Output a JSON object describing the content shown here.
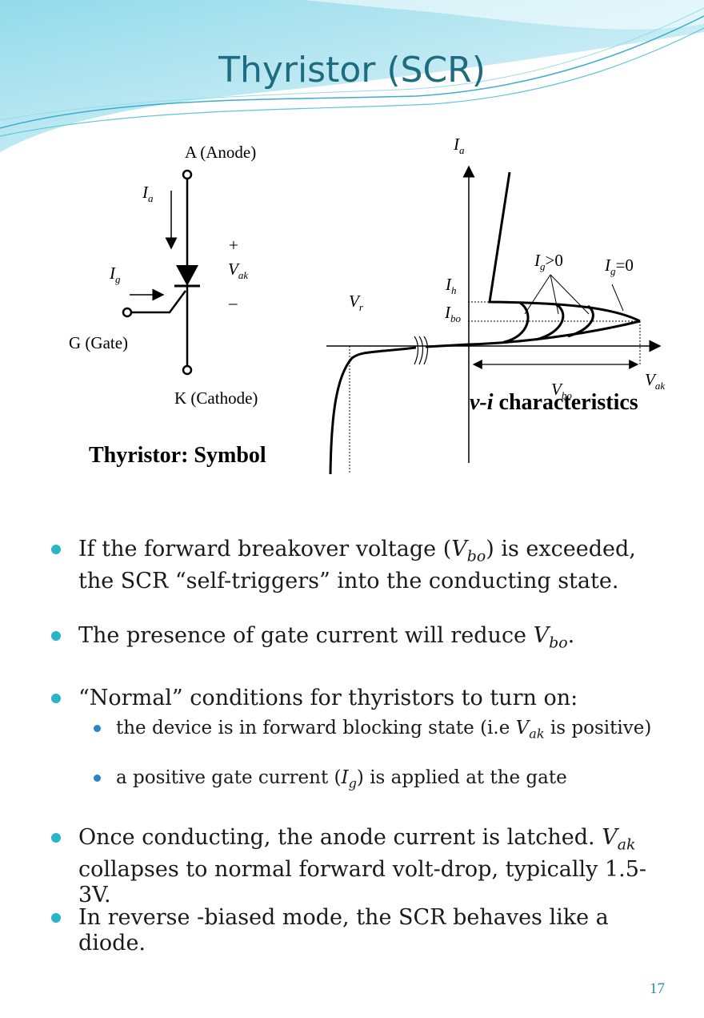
{
  "title": "Thyristor (SCR)",
  "symbol": {
    "anode_label": "A (Anode)",
    "cathode_label": "K (Cathode)",
    "gate_label": "G (Gate)",
    "ia_base": "I",
    "ia_sub": "a",
    "ig_base": "I",
    "ig_sub": "g",
    "vak_base": "V",
    "vak_sub": "ak",
    "plus": "+",
    "minus": "–",
    "caption": "Thyristor: Symbol"
  },
  "vi_chart": {
    "ia_base": "I",
    "ia_sub": "a",
    "vr_base": "V",
    "vr_sub": "r",
    "ih_base": "I",
    "ih_sub": "h",
    "ibo_base": "I",
    "ibo_sub": "bo",
    "ig_pos_base": "I",
    "ig_pos_sub": "g",
    "ig_pos_rest": ">0",
    "ig_zero_base": "I",
    "ig_zero_sub": "g",
    "ig_zero_rest": "=0",
    "vbo_base": "V",
    "vbo_sub": "bo",
    "vak_base": "V",
    "vak_sub": "ak",
    "caption_italic": "v-i",
    "caption_rest": " characteristics"
  },
  "bullets": {
    "b1_pre": "If the forward breakover voltage (",
    "b1_sym": "V",
    "b1_sub": "bo",
    "b1_post": ") is exceeded, the SCR “self-triggers” into the conducting state.",
    "b2_pre": "The presence of gate current will reduce ",
    "b2_sym": "V",
    "b2_sub": "bo",
    "b2_post": ".",
    "b3": "“Normal” conditions for thyristors to turn on:",
    "s1_pre": "the device is in forward blocking state (i.e ",
    "s1_sym": "V",
    "s1_sub": "ak",
    "s1_post": " is positive)",
    "s2_pre": "a positive gate current (",
    "s2_sym": "I",
    "s2_sub": "g",
    "s2_post": ") is applied at the gate",
    "b4_pre": "Once conducting, the anode current is latched. ",
    "b4_sym": "V",
    "b4_sub": "ak",
    "b4_post": " collapses to normal forward volt-drop, typically 1.5-3V.",
    "b5": "In reverse -biased mode, the SCR behaves like a diode."
  },
  "page_number": "17",
  "colors": {
    "title": "#1f6b80",
    "bullet": "#2bb3c9",
    "sub_bullet": "#2a83c8",
    "wave": "#5cc6dd"
  }
}
